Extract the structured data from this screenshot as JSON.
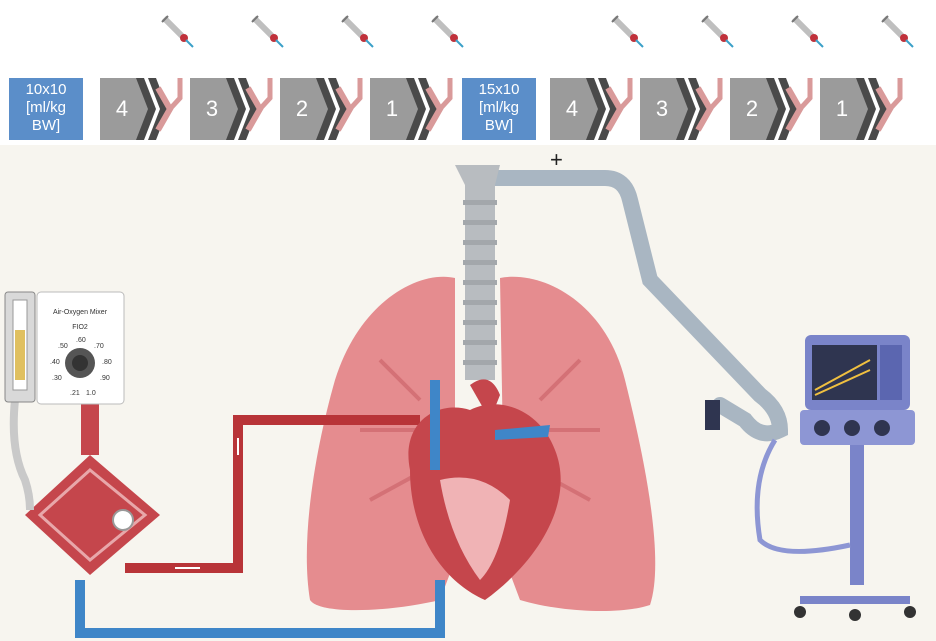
{
  "protocol": {
    "blocks": [
      {
        "volume_lines": [
          "10x10",
          "[ml/kg",
          "BW]"
        ],
        "steps": [
          "4",
          "3",
          "2",
          "1"
        ]
      },
      {
        "volume_lines": [
          "15x10",
          "[ml/kg",
          "BW]"
        ],
        "steps": [
          "4",
          "3",
          "2",
          "1"
        ]
      }
    ]
  },
  "mixer": {
    "title": "Air-Oxygen Mixer",
    "subtitle": "FIO2",
    "dial_labels": [
      ".21",
      ".30",
      ".40",
      ".50",
      ".60",
      ".70",
      ".80",
      ".90",
      "1.0"
    ]
  },
  "colors": {
    "volume_box": "#5b8ec9",
    "step_chevron": "#9b9b9b",
    "dark_chevron": "#4a4a4a",
    "pink_chevron": "#d99a9a",
    "arterial": "#b83438",
    "venous": "#3f86c8",
    "lung": "#e58c8f",
    "trachea": "#b8bcc0",
    "ventilator_tube": "#a9b6c2",
    "ventilator_body": "#7a84c9"
  },
  "icons": [
    "syringe-icon",
    "crosshair-cursor-icon",
    "flowmeter-icon",
    "oxygenator-icon",
    "heart-icon",
    "lungs-icon",
    "trachea-icon",
    "ventilator-icon"
  ]
}
